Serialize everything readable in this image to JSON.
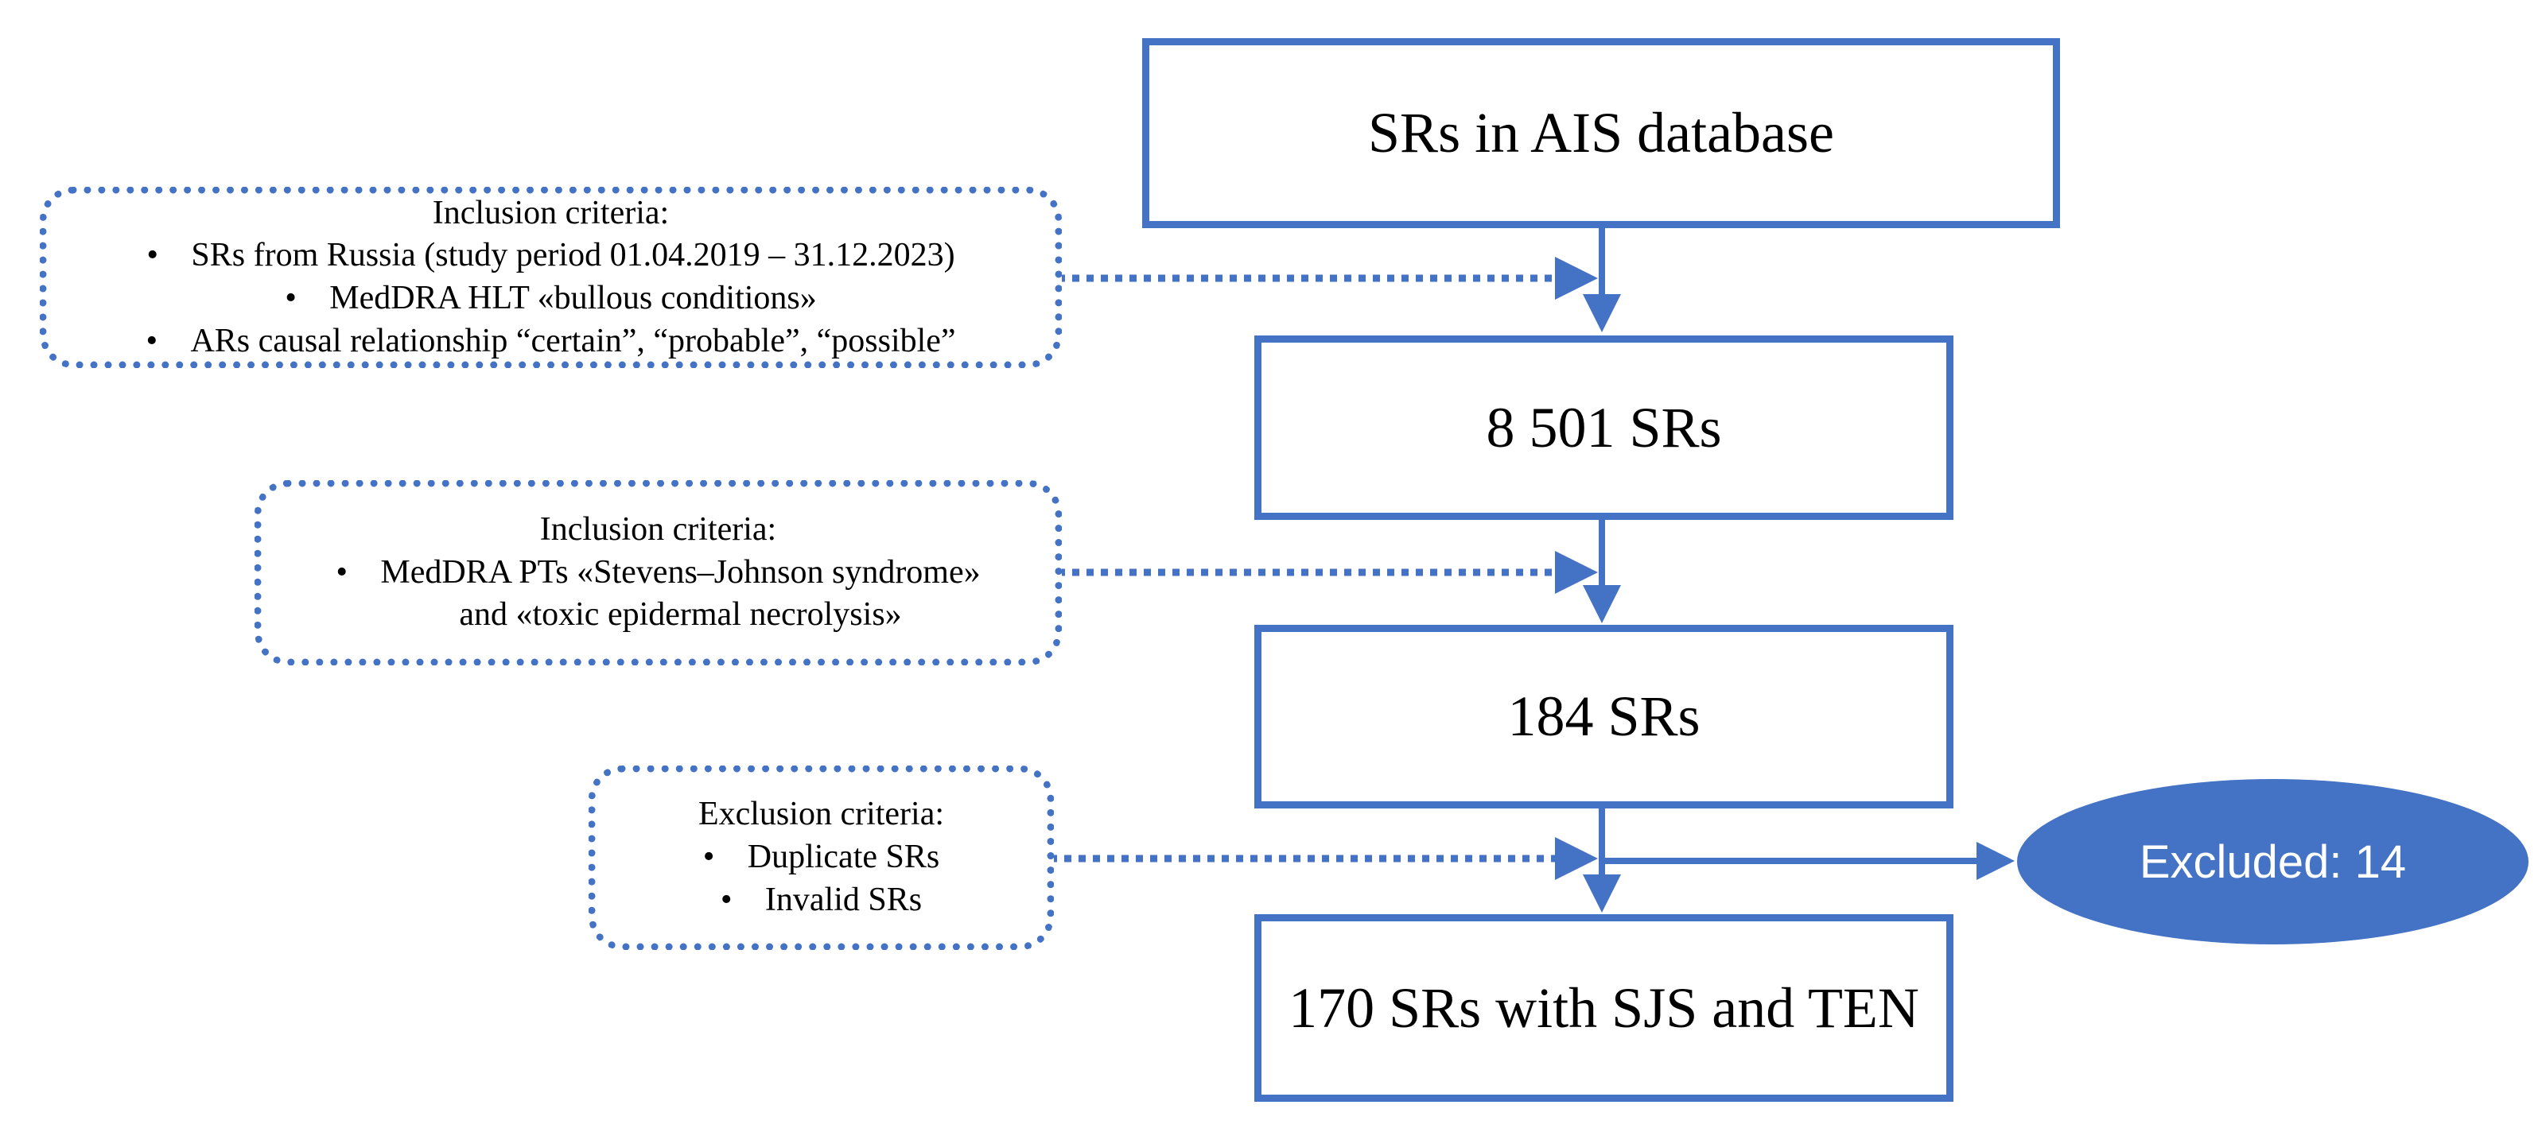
{
  "colors": {
    "accent": "#4472C4",
    "text": "#000000",
    "ellipse_text": "#ffffff"
  },
  "boxes": {
    "database": "SRs in AIS database",
    "step1": "8 501 SRs",
    "step2": "184 SRs",
    "final": "170 SRs with SJS and TEN"
  },
  "criteria": {
    "inclusion1": {
      "title": "Inclusion criteria:",
      "items": [
        "SRs from Russia (study period 01.04.2019 – 31.12.2023)",
        "MedDRA HLT «bullous conditions»",
        "ARs causal relationship “certain”, “probable”, “possible”"
      ]
    },
    "inclusion2": {
      "title": "Inclusion criteria:",
      "items": [
        "MedDRA PTs «Stevens–Johnson syndrome»",
        "and «toxic epidermal necrolysis»"
      ]
    },
    "exclusion": {
      "title": "Exclusion criteria:",
      "items": [
        "Duplicate SRs",
        "Invalid SRs"
      ]
    }
  },
  "excluded": {
    "label": "Excluded: 14"
  }
}
